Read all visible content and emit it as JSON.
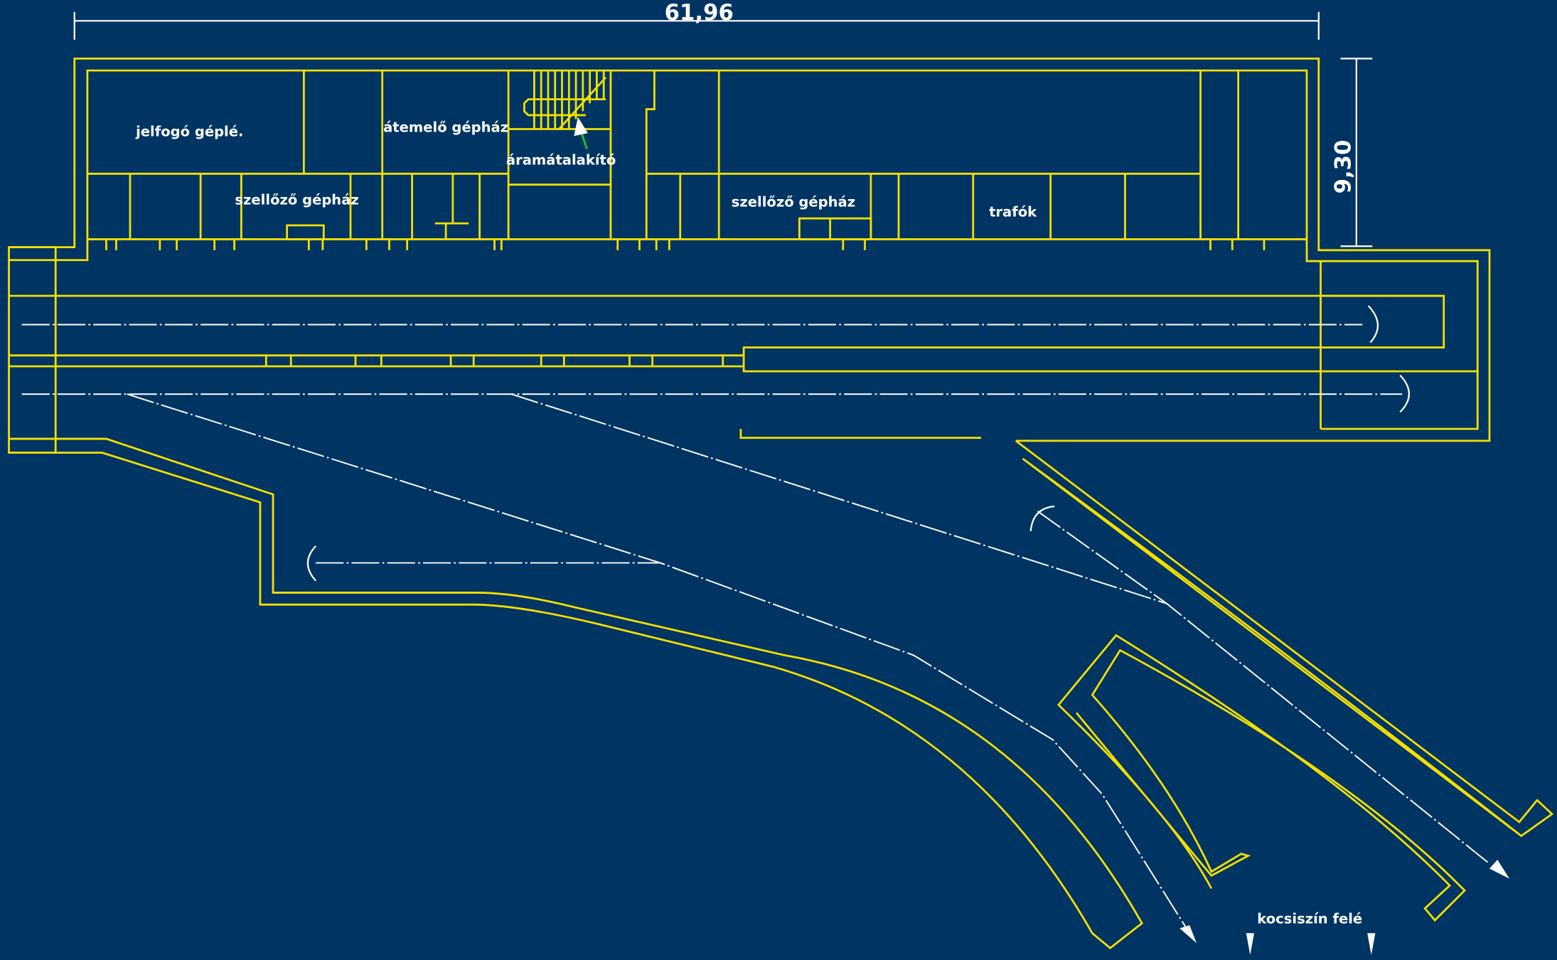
{
  "dimensions": {
    "length": "61,96",
    "width": "9,30"
  },
  "rooms": {
    "relay": "jelfogó géplé.",
    "pump": "átemelő gépház",
    "converter": "áramátalakító",
    "vent_left": "szellőző gépház",
    "vent_right": "szellőző gépház",
    "transformers": "trafók"
  },
  "direction_label": "kocsiszín felé",
  "colors": {
    "background": "#003463",
    "walls": "#f2df00",
    "tracks": "#ffffff",
    "pointer": "#22cc22"
  }
}
